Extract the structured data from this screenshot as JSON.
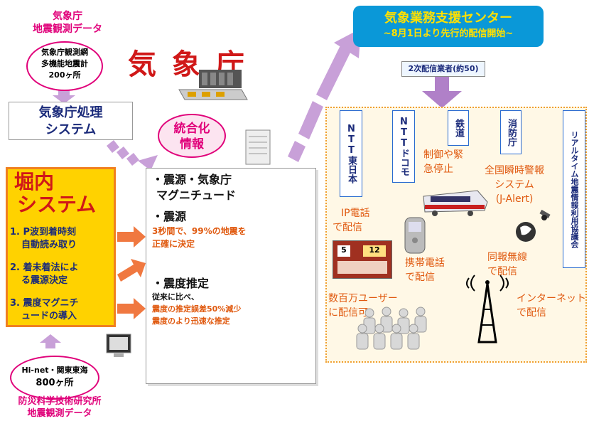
{
  "jma": {
    "title": "気 象 庁",
    "data_label_line1": "気象庁",
    "data_label_line2": "地震観測データ",
    "network_line1": "気象庁観測網",
    "network_line2": "多機能地震計",
    "network_line3": "200ヶ所",
    "processing_line1": "気象庁処理",
    "processing_line2": "システム"
  },
  "integration": {
    "line1": "統合化",
    "line2": "情報"
  },
  "horiuchi": {
    "title_line1": "堀内",
    "title_line2": "システム",
    "items": [
      {
        "num": "1.",
        "line1": "P波到着時刻",
        "line2": "自動読み取り"
      },
      {
        "num": "2.",
        "line1": "着未着法によ",
        "line2": "る震源決定"
      },
      {
        "num": "3.",
        "line1": "震度マグニチ",
        "line2": "ュードの導入"
      }
    ]
  },
  "hinet": {
    "circle_line1": "Hi-net・関東東海",
    "circle_line2": "800ヶ所",
    "label_line1": "防災科学技術研究所",
    "label_line2": "地震観測データ"
  },
  "center_box": {
    "line1": "・震源・気象庁",
    "line2": "マグニチュード",
    "line3": "・震源",
    "line4": "3秒間で、99%の地震を",
    "line5": "正確に決定",
    "line6": "・震度推定",
    "line7": "従来に比べ、",
    "line8": "震度の推定誤差50%減少",
    "line9": "震度のより迅速な推定"
  },
  "support_center": {
    "line1": "気象業務支援センター",
    "line2": "~8月1日より先行的配信開始~",
    "secondary": "2次配信業者(約50)"
  },
  "distributors": {
    "ntt_east": "NTT東日本",
    "ntt_docomo": "NTTドコモ",
    "railway": "鉄道",
    "fire": "消防庁",
    "council": "リアルタイム地震情報利用協議会"
  },
  "outputs": {
    "ip_line1": "IP電話",
    "ip_line2": "で配信",
    "mobile_line1": "携帯電話",
    "mobile_line2": "で配信",
    "train_line1": "制御や緊",
    "train_line2": "急停止",
    "jalert_line1": "全国瞬時警報",
    "jalert_line2": "システム",
    "jalert_line3": "(J-Alert)",
    "radio_line1": "同報無線",
    "radio_line2": "で配信",
    "internet_line1": "インターネット",
    "internet_line2": "で配信",
    "users_line1": "数百万ユーザー",
    "users_line2": "に配信可",
    "device_a": "5",
    "device_b": "12"
  }
}
